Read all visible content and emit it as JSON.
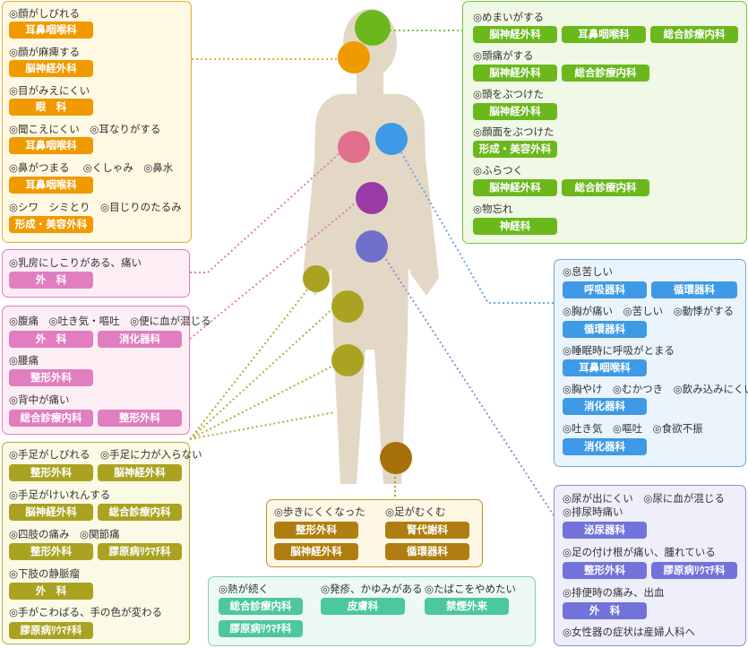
{
  "colors": {
    "orange_border": "#f0a830",
    "orange_bg": "#fff8e2",
    "orange_pill": "#f09a00",
    "green_border": "#7cc242",
    "green_bg": "#f0f8e6",
    "green_pill": "#6bb81d",
    "pink_border": "#e47ab5",
    "pink_bg": "#fdeef6",
    "pink_pill": "#e07ec0",
    "blue_border": "#66a8e0",
    "blue_bg": "#eaf4fc",
    "blue_pill": "#3e9ae6",
    "olive_border": "#b5ad3a",
    "olive_bg": "#fafae6",
    "olive_pill": "#aaa321",
    "brown_border": "#c49322",
    "brown_bg": "#fdf7e4",
    "brown_pill": "#b07e10",
    "violet_border": "#8c8ed8",
    "violet_bg": "#eeeffb",
    "violet_pill": "#7173da",
    "teal_border": "#7fcfb4",
    "teal_bg": "#ecf9f4",
    "teal_pill": "#4cc79f",
    "body_silhouette": "#e3d8c5"
  },
  "head_left": [
    {
      "symptom": "◎顔がしびれる",
      "depts": [
        "耳鼻咽喉科"
      ]
    },
    {
      "symptom": "◎顔が麻痺する",
      "depts": [
        "脳神経外科"
      ]
    },
    {
      "symptom": "◎目がみえにくい",
      "depts": [
        "眼　科"
      ]
    },
    {
      "symptom": "◎聞こえにくい　◎耳なりがする",
      "depts": [
        "耳鼻咽喉科"
      ]
    },
    {
      "symptom": "◎鼻がつまる　 ◎くしゃみ　◎鼻水",
      "depts": [
        "耳鼻咽喉科"
      ]
    },
    {
      "symptom": "◎シワ　シミとり　◎目じりのたるみ",
      "depts": [
        "形成・美容外科"
      ]
    }
  ],
  "head_right": [
    {
      "symptom": "◎めまいがする",
      "depts": [
        "脳神経外科",
        "耳鼻咽喉科",
        "総合診療内科"
      ]
    },
    {
      "symptom": "◎頭痛がする",
      "depts": [
        "脳神経外科",
        "総合診療内科"
      ]
    },
    {
      "symptom": "◎頭をぶつけた",
      "depts": [
        "脳神経外科"
      ]
    },
    {
      "symptom": "◎顔面をぶつけた",
      "depts": [
        "形成・美容外科"
      ]
    },
    {
      "symptom": "◎ふらつく",
      "depts": [
        "脳神経外科",
        "総合診療内科"
      ]
    },
    {
      "symptom": "◎物忘れ",
      "depts": [
        "神経科"
      ]
    }
  ],
  "breast": {
    "symptom": "◎乳房にしこりがある、痛い",
    "depts": [
      "外　科"
    ]
  },
  "abdomen": [
    {
      "symptom": "◎腹痛　◎吐き気・嘔吐　◎便に血が混じる",
      "depts": [
        "外　科",
        "消化器科"
      ]
    },
    {
      "symptom": "◎腰痛",
      "depts": [
        "整形外科"
      ]
    },
    {
      "symptom": "◎背中が痛い",
      "depts": [
        "総合診療内科",
        "整形外科"
      ]
    }
  ],
  "chest": [
    {
      "symptom": "◎息苦しい",
      "depts": [
        "呼吸器科",
        "循環器科"
      ]
    },
    {
      "symptom": "◎胸が痛い　◎苦しい　◎動悸がする",
      "depts": [
        "循環器科"
      ]
    },
    {
      "symptom": "◎睡眠時に呼吸がとまる",
      "depts": [
        "耳鼻咽喉科"
      ]
    },
    {
      "symptom": "◎胸やけ　◎むかつき　◎飲み込みにくい",
      "depts": [
        "消化器科"
      ]
    },
    {
      "symptom": "◎吐き気　◎嘔吐　◎食欲不振",
      "depts": [
        "消化器科"
      ]
    }
  ],
  "limbs": [
    {
      "symptom": "◎手足がしびれる　◎手足に力が入らない",
      "depts": [
        "整形外科",
        "脳神経外科"
      ]
    },
    {
      "symptom": "◎手足がけいれんする",
      "depts": [
        "脳神経外科",
        "総合診療内科"
      ]
    },
    {
      "symptom": "◎四肢の痛み　◎関節痛",
      "depts": [
        "整形外科",
        "膠原病ﾘｳﾏﾁ科"
      ]
    },
    {
      "symptom": "◎下肢の静脈瘤",
      "depts": [
        "外　科"
      ]
    },
    {
      "symptom": "◎手がこわばる、手の色が変わる",
      "depts": [
        "膠原病ﾘｳﾏﾁ科"
      ]
    }
  ],
  "legs": {
    "symptom_a": "◎歩きにくくなった",
    "depts_a": [
      "整形外科",
      "脳神経外科"
    ],
    "symptom_b": "◎足がむくむ",
    "depts_b": [
      "腎代謝科",
      "循環器科"
    ]
  },
  "lower": [
    {
      "symptom": "◎尿が出にくい　◎尿に血が混じる",
      "depts": []
    },
    {
      "symptom": "◎排尿時痛い",
      "depts": [
        "泌尿器科"
      ]
    },
    {
      "symptom": "◎足の付け根が痛い、腫れている",
      "depts": [
        "整形外科",
        "膠原病ﾘｳﾏﾁ科"
      ]
    },
    {
      "symptom": "◎排便時の痛み、出血",
      "depts": [
        "外　科"
      ]
    },
    {
      "symptom": "◎女性器の症状は産婦人科へ",
      "depts": []
    }
  ],
  "general": {
    "symptom_a": "◎熱が続く",
    "depts_a": [
      "総合診療内科",
      "膠原病ﾘｳﾏﾁ科"
    ],
    "symptom_b": "◎発疹、かゆみがある",
    "depts_b": [
      "皮膚科"
    ],
    "symptom_c": "◎たばこをやめたい",
    "depts_c": [
      "禁煙外来"
    ]
  }
}
